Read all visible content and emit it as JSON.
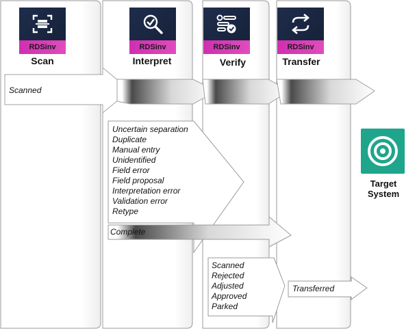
{
  "steps": [
    {
      "name": "Scan",
      "badge": "RDSinv",
      "icon": "scan-frame-icon"
    },
    {
      "name": "Interpret",
      "badge": "RDSinv",
      "icon": "magnify-check-icon"
    },
    {
      "name": "Verify",
      "badge": "RDSinv",
      "icon": "checklist-icon"
    },
    {
      "name": "Transfer",
      "badge": "RDSinv",
      "icon": "sync-arrows-icon"
    }
  ],
  "flows": {
    "scanned": "Scanned",
    "complete": "Complete",
    "transferred": "Transferred"
  },
  "interpret_statuses": [
    "Uncertain separation",
    "Duplicate",
    "Manual entry",
    "Unidentified",
    "Field error",
    "Field proposal",
    "Interpretation error",
    "Validation error",
    "Retype"
  ],
  "verify_statuses": [
    "Scanned",
    "Rejected",
    "Adjusted",
    "Approved",
    "Parked"
  ],
  "target": {
    "line1": "Target",
    "line2": "System",
    "icon": "target-icon"
  },
  "colors": {
    "badge": "#d93fb8",
    "icon_bg": "#1e2d4c",
    "target": "#1fa58b"
  }
}
